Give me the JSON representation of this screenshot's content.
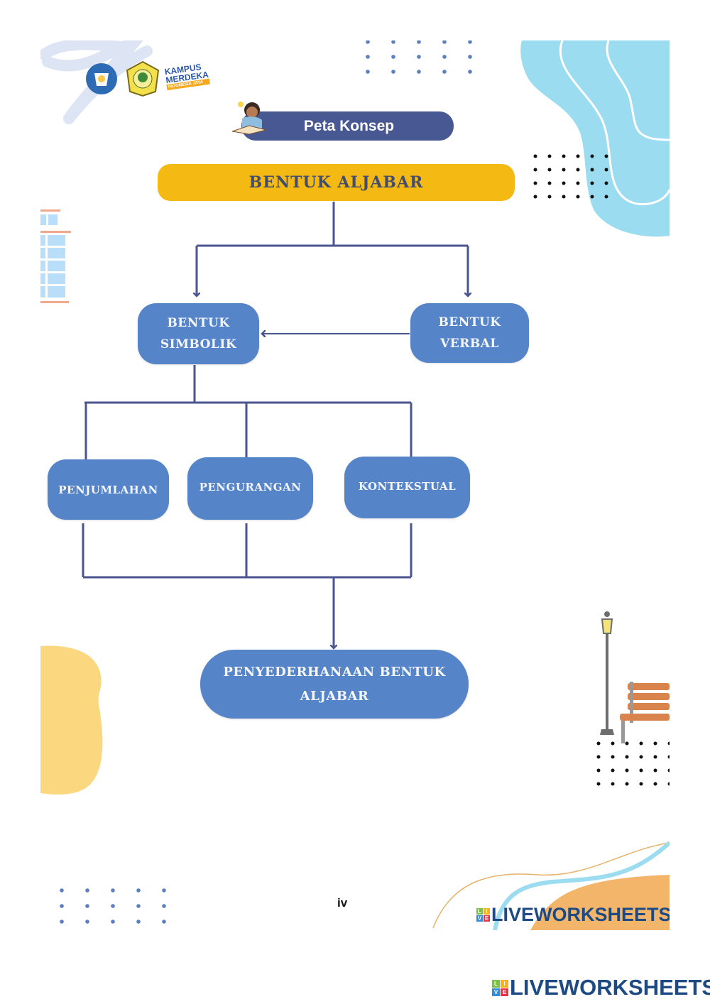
{
  "header": {
    "logos": [
      "kemendikbud-logo",
      "university-logo",
      "kampus-merdeka-logo"
    ],
    "kampus_merdeka": {
      "line1": "KAMPUS",
      "line2": "MERDEKA",
      "tagline": "INDONESIA JAYA"
    },
    "section_title": "Peta Konsep"
  },
  "diagram": {
    "root": "BENTUK ALJABAR",
    "level1": {
      "left": {
        "line1": "BENTUK",
        "line2": "SIMBOLIK"
      },
      "right": {
        "line1": "BENTUK",
        "line2": "VERBAL"
      }
    },
    "level2": [
      "PENJUMLAHAN",
      "PENGURANGAN",
      "KONTEKSTUAL"
    ],
    "result": {
      "line1": "PENYEDERHANAAN BENTUK",
      "line2": "ALJABAR"
    },
    "edges": [
      {
        "from": "BENTUK ALJABAR",
        "to": "BENTUK SIMBOLIK",
        "arrow": true
      },
      {
        "from": "BENTUK ALJABAR",
        "to": "BENTUK VERBAL",
        "arrow": true
      },
      {
        "from": "BENTUK VERBAL",
        "to": "BENTUK SIMBOLIK",
        "arrow": true
      },
      {
        "from": "BENTUK SIMBOLIK",
        "to": "PENJUMLAHAN",
        "arrow": false
      },
      {
        "from": "BENTUK SIMBOLIK",
        "to": "PENGURANGAN",
        "arrow": false
      },
      {
        "from": "BENTUK SIMBOLIK",
        "to": "KONTEKSTUAL",
        "arrow": false
      },
      {
        "from": "PENJUMLAHAN",
        "to": "PENYEDERHANAAN BENTUK ALJABAR",
        "arrow": true
      },
      {
        "from": "PENGURANGAN",
        "to": "PENYEDERHANAAN BENTUK ALJABAR",
        "arrow": true
      },
      {
        "from": "KONTEKSTUAL",
        "to": "PENYEDERHANAAN BENTUK ALJABAR",
        "arrow": true
      }
    ]
  },
  "footer": {
    "page_number": "iv",
    "brand_inner": "LIVEWORKSHEETS",
    "brand_outer": "LIVEWORKSHEETS",
    "badge_letters": [
      "L",
      "I",
      "V",
      "E"
    ]
  },
  "colors": {
    "node_blue": "#5584c8",
    "line_navy": "#4a5590",
    "root_yellow": "#f5b914",
    "title_pill": "#475892",
    "accent_cyan": "#9bdcf0",
    "accent_sand": "#fbd880",
    "accent_orange": "#f3b56a",
    "brand_navy": "#1d4a82"
  }
}
